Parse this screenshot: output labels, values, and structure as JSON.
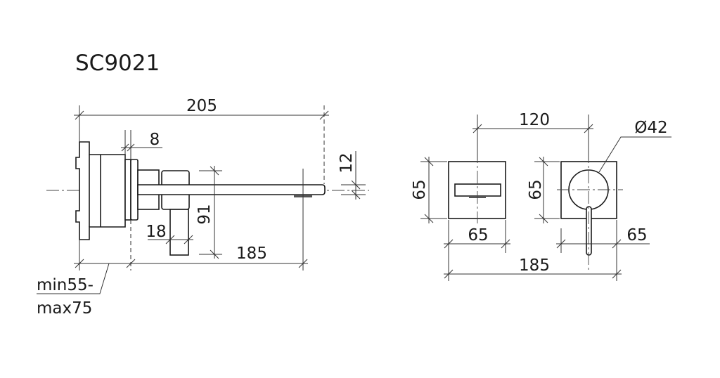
{
  "title": "SC9021",
  "side_view": {
    "overall_length": "205",
    "flange_thickness": "8",
    "spout_height": "12",
    "lever_drop": "91",
    "lever_width": "18",
    "spout_projection": "185",
    "wall_depth_min": "min55-",
    "wall_depth_max": "max75"
  },
  "front_view": {
    "centers": "120",
    "handle_diameter": "Ø42",
    "plate_height_left": "65",
    "plate_width_left": "65",
    "plate_height_right": "65",
    "plate_width_right": "65",
    "overall_width": "185"
  }
}
